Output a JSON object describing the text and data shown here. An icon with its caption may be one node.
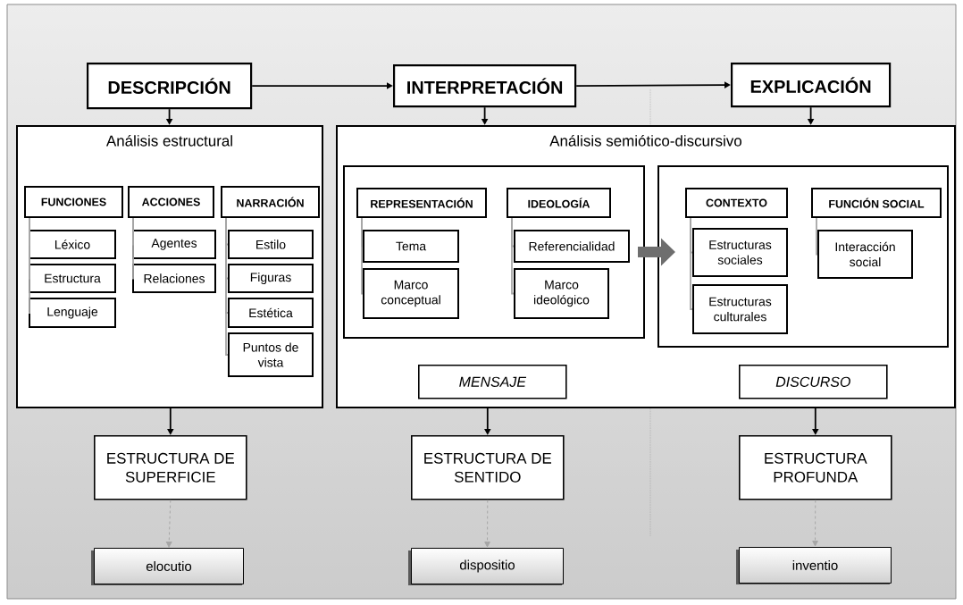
{
  "diagram": {
    "nodes": [
      {
        "text": [
          "DESCRIPCIÓN"
        ]
      },
      {
        "text": [
          "INTERPRETACIÓN"
        ]
      },
      {
        "text": [
          "EXPLICACIÓN"
        ]
      },
      {
        "text": [
          "Análisis estructural"
        ]
      },
      {
        "text": [
          "FUNCIONES"
        ],
        "in": 3
      },
      {
        "text": [
          "Léxico"
        ],
        "in": 3
      },
      {
        "text": [
          "Estructura"
        ],
        "in": 3
      },
      {
        "text": [
          "Lenguaje"
        ],
        "in": 3
      },
      {
        "text": [
          "ACCIONES"
        ],
        "in": 3
      },
      {
        "text": [
          "Agentes"
        ],
        "in": 3
      },
      {
        "text": [
          "Relaciones"
        ],
        "in": 3
      },
      {
        "text": [
          "NARRACIÓN"
        ],
        "in": 3
      },
      {
        "text": [
          "Estilo"
        ],
        "in": 3
      },
      {
        "text": [
          "Figuras"
        ],
        "in": 3
      },
      {
        "text": [
          "Estética"
        ],
        "in": 3
      },
      {
        "text": [
          "Puntos de vista"
        ],
        "in": 3
      },
      {
        "text": [
          "Análisis semiótico-discursivo"
        ]
      },
      {
        "text": [],
        "shape": "box",
        "in": 16
      },
      {
        "text": [
          "REPRESENTACIÓN"
        ],
        "in": 17
      },
      {
        "text": [
          "Tema"
        ],
        "in": 17
      },
      {
        "text": [
          "Marco conceptual"
        ],
        "in": 17
      },
      {
        "text": [
          "IDEOLOGÍA"
        ],
        "in": 17
      },
      {
        "text": [
          "Referencialidad"
        ],
        "in": 17
      },
      {
        "text": [
          "Marco ideológico"
        ],
        "in": 17
      },
      {
        "text": [],
        "shape": "box",
        "in": 16
      },
      {
        "text": [
          "CONTEXTO"
        ],
        "in": 24
      },
      {
        "text": [
          "Estructuras sociales"
        ],
        "in": 24
      },
      {
        "text": [
          "Estructuras culturales"
        ],
        "in": 24
      },
      {
        "text": [
          "FUNCIÓN SOCIAL"
        ],
        "in": 24
      },
      {
        "text": [
          "Interacción social"
        ],
        "in": 24
      },
      {
        "text": [
          "MENSAJE"
        ],
        "in": 16
      },
      {
        "text": [
          "DISCURSO"
        ],
        "in": 16
      },
      {
        "text": [
          "ESTRUCTURA DE SUPERFICIE"
        ]
      },
      {
        "text": [
          "ESTRUCTURA DE SENTIDO"
        ]
      },
      {
        "text": [
          "ESTRUCTURA PROFUNDA"
        ]
      },
      {
        "text": [
          "elocutio"
        ]
      },
      {
        "text": [
          "dispositio"
        ]
      },
      {
        "text": [
          "inventio"
        ]
      }
    ],
    "edges": [
      {
        "from": 0,
        "to": 1,
        "arrow": "to",
        "color": "#000000"
      },
      {
        "from": 1,
        "to": 2,
        "arrow": "to",
        "color": "#000000"
      },
      {
        "from": 0,
        "to": 3,
        "arrow": "to",
        "color": "#000000"
      },
      {
        "from": 1,
        "to": 16,
        "arrow": "to",
        "color": "#000000"
      },
      {
        "from": 2,
        "to": 16,
        "arrow": "to",
        "color": "#000000"
      },
      {
        "from": 4,
        "to": 5,
        "arrow": "none",
        "color": "#a6a6a6"
      },
      {
        "from": 4,
        "to": 6,
        "arrow": "none",
        "color": "#a6a6a6"
      },
      {
        "from": 4,
        "to": 7,
        "arrow": "none",
        "color": "#a6a6a6"
      },
      {
        "from": 8,
        "to": 9,
        "arrow": "none",
        "color": "#a6a6a6"
      },
      {
        "from": 8,
        "to": 10,
        "arrow": "none",
        "color": "#a6a6a6"
      },
      {
        "from": 11,
        "to": 12,
        "arrow": "none",
        "color": "#a6a6a6"
      },
      {
        "from": 11,
        "to": 13,
        "arrow": "none",
        "color": "#a6a6a6"
      },
      {
        "from": 11,
        "to": 14,
        "arrow": "none",
        "color": "#a6a6a6"
      },
      {
        "from": 11,
        "to": 15,
        "arrow": "none",
        "color": "#a6a6a6"
      },
      {
        "from": 18,
        "to": 19,
        "arrow": "none",
        "color": "#a6a6a6"
      },
      {
        "from": 18,
        "to": 20,
        "arrow": "none",
        "color": "#a6a6a6"
      },
      {
        "from": 21,
        "to": 22,
        "arrow": "none",
        "color": "#a6a6a6"
      },
      {
        "from": 21,
        "to": 23,
        "arrow": "none",
        "color": "#a6a6a6"
      },
      {
        "from": 25,
        "to": 26,
        "arrow": "none",
        "color": "#a6a6a6"
      },
      {
        "from": 25,
        "to": 27,
        "arrow": "none",
        "color": "#a6a6a6"
      },
      {
        "from": 28,
        "to": 29,
        "arrow": "none",
        "color": "#a6a6a6"
      },
      {
        "from": 17,
        "to": 24,
        "arrow": "to",
        "style": "thick",
        "color": "#6e6e6e"
      },
      {
        "from": 3,
        "to": 32,
        "arrow": "to",
        "color": "#000000"
      },
      {
        "from": 16,
        "to": 33,
        "arrow": "to",
        "color": "#000000"
      },
      {
        "from": 16,
        "to": 34,
        "arrow": "to",
        "color": "#000000"
      },
      {
        "from": 32,
        "to": 35,
        "arrow": "to",
        "style": "dashed",
        "color": "#a6a6a6"
      },
      {
        "from": 33,
        "to": 36,
        "arrow": "to",
        "style": "dashed",
        "color": "#a6a6a6"
      },
      {
        "from": 34,
        "to": 37,
        "arrow": "to",
        "style": "dashed",
        "color": "#a6a6a6"
      }
    ]
  }
}
